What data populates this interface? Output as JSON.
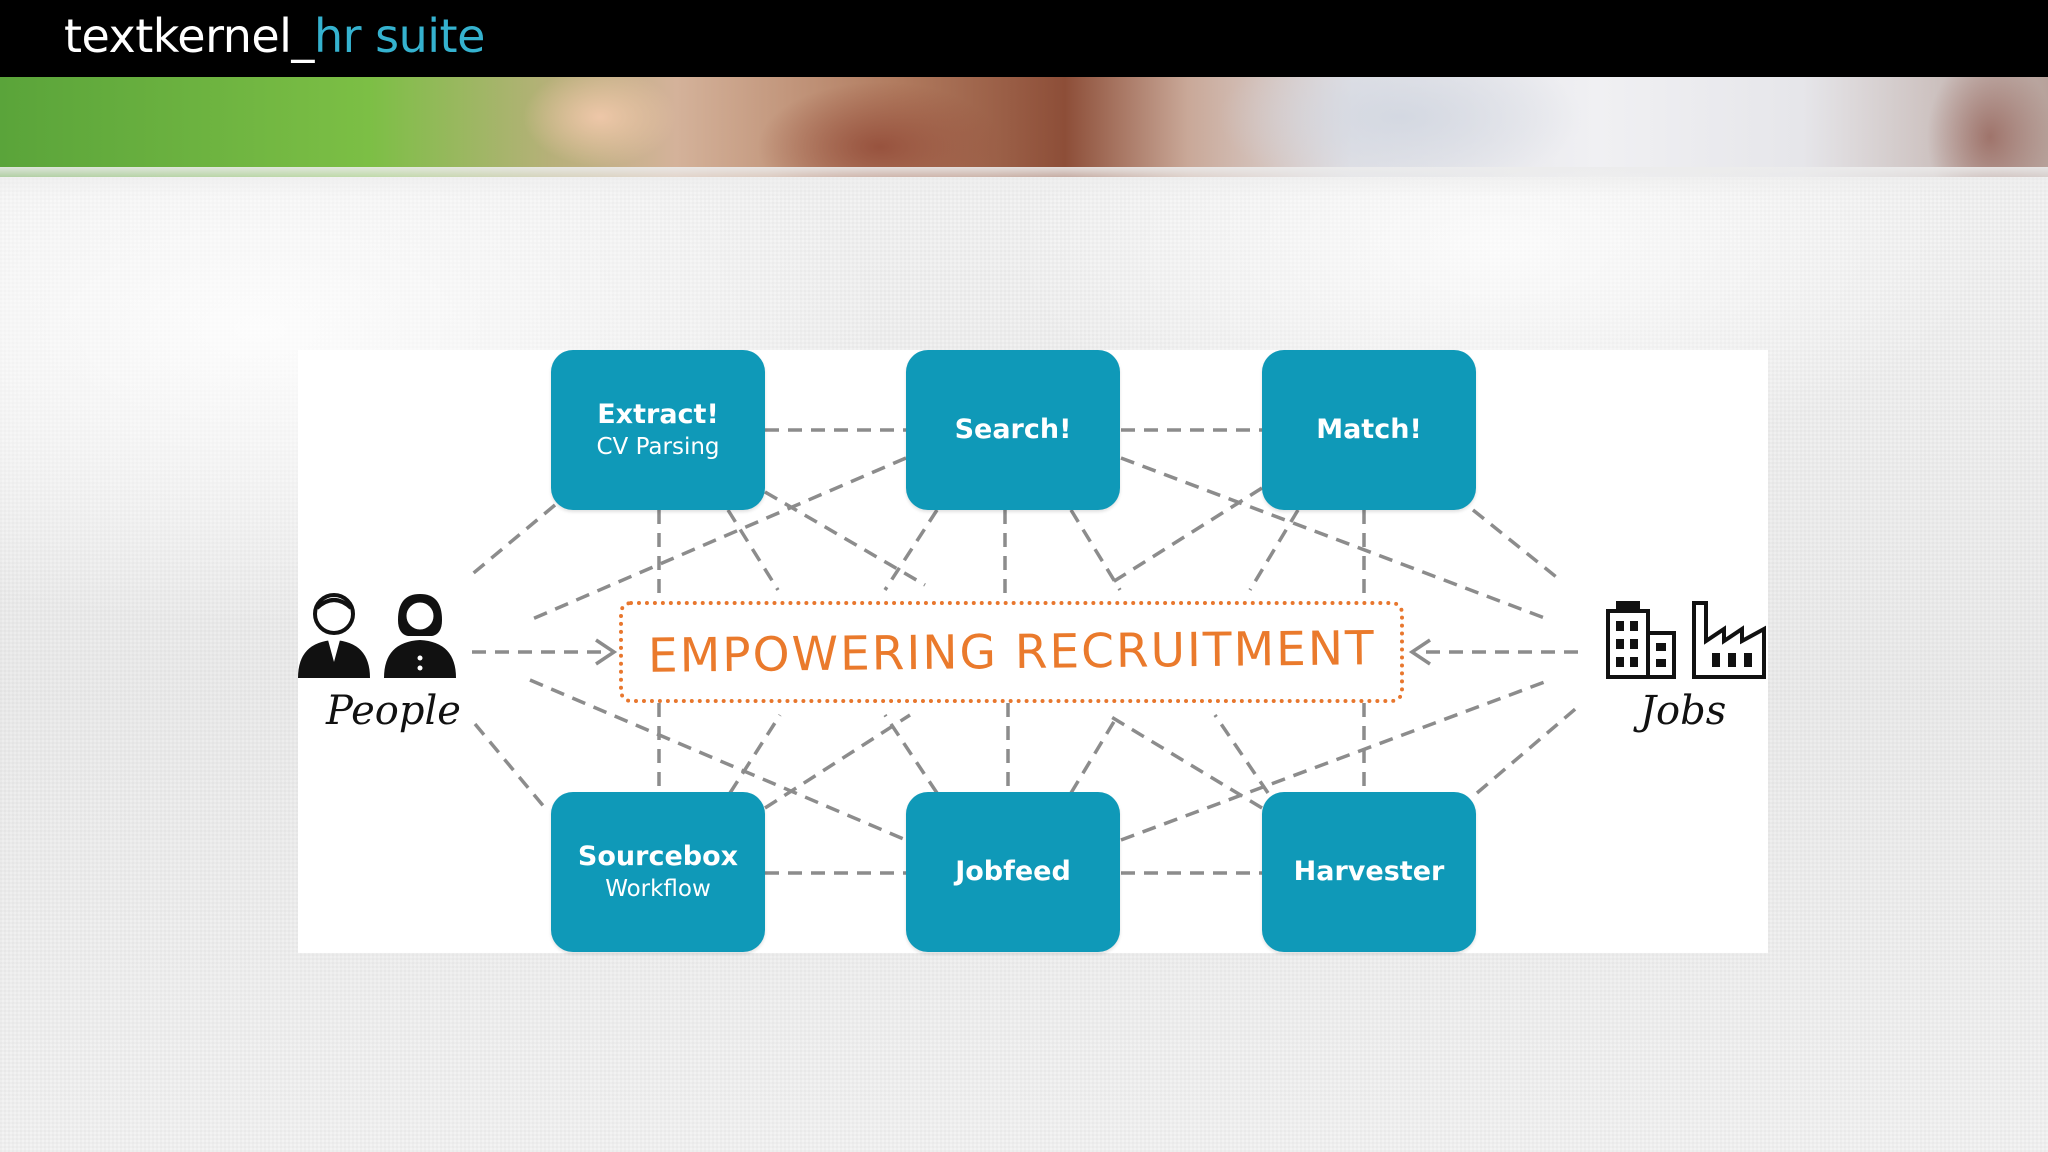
{
  "header": {
    "brand_primary": "textkernel_",
    "brand_secondary": "hr suite",
    "brand_color": "#35b2cf"
  },
  "diagram": {
    "hub_label": "EMPOWERING RECRUITMENT",
    "hub_color": "#ea7a2c",
    "box_color": "#0f99b8",
    "line_color": "#8c8c8c",
    "left_label": "People",
    "right_label": "Jobs",
    "left_icon": "people-icon",
    "right_icon": "buildings-icon",
    "modules": [
      {
        "title": "Extract!",
        "subtitle": "CV Parsing"
      },
      {
        "title": "Search!",
        "subtitle": ""
      },
      {
        "title": "Match!",
        "subtitle": ""
      },
      {
        "title": "Sourcebox",
        "subtitle": "Workflow"
      },
      {
        "title": "Jobfeed",
        "subtitle": ""
      },
      {
        "title": "Harvester",
        "subtitle": ""
      }
    ]
  }
}
